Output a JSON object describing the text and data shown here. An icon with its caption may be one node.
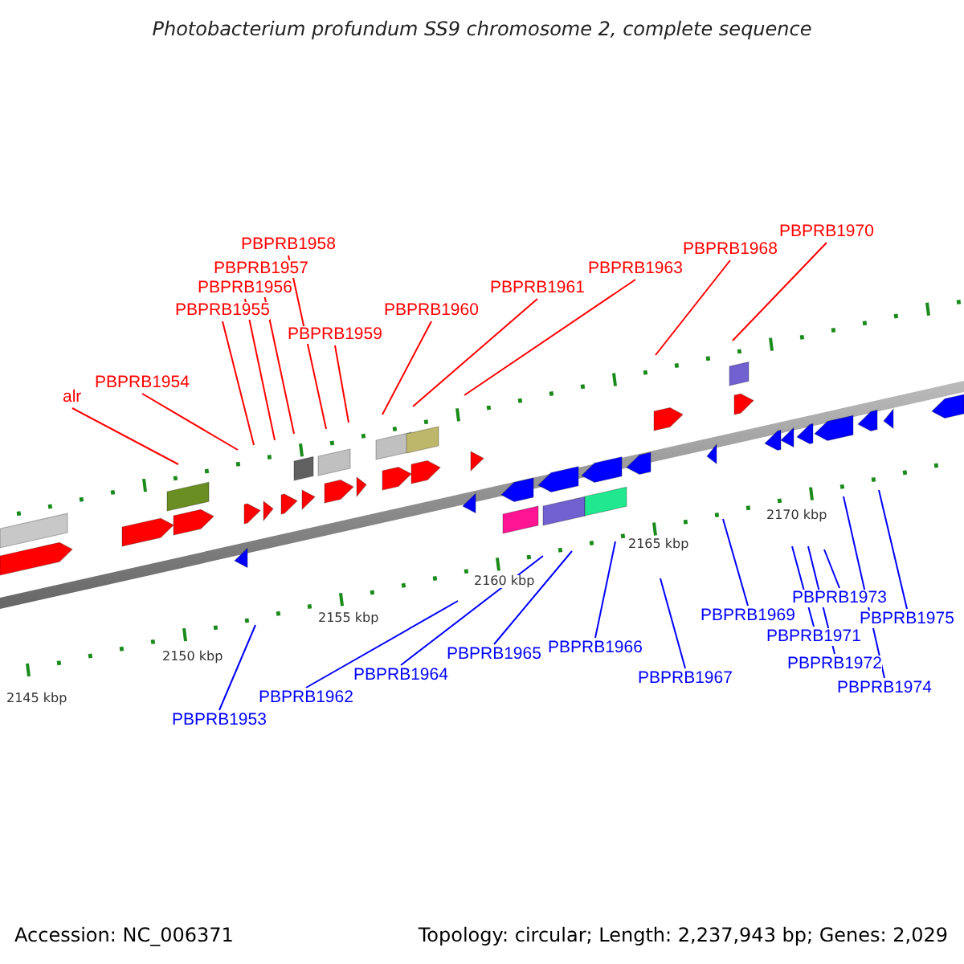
{
  "diagram": {
    "title": "Photobacterium profundum SS9 chromosome 2, complete sequence",
    "nodes": [
      {
        "text": [
          "alr"
        ]
      },
      {
        "text": [
          "PBPRB1954"
        ]
      },
      {
        "text": [
          "PBPRB1955"
        ]
      },
      {
        "text": [
          "PBPRB1956"
        ]
      },
      {
        "text": [
          "PBPRB1957"
        ]
      },
      {
        "text": [
          "PBPRB1958"
        ]
      },
      {
        "text": [
          "PBPRB1959"
        ]
      },
      {
        "text": [
          "PBPRB1960"
        ]
      },
      {
        "text": [
          "PBPRB1961"
        ]
      },
      {
        "text": [
          "PBPRB1963"
        ]
      },
      {
        "text": [
          "PBPRB1968"
        ]
      },
      {
        "text": [
          "PBPRB1970"
        ]
      },
      {
        "text": [
          "PBPRB1953"
        ]
      },
      {
        "text": [
          "PBPRB1962"
        ]
      },
      {
        "text": [
          "PBPRB1964"
        ]
      },
      {
        "text": [
          "PBPRB1965"
        ]
      },
      {
        "text": [
          "PBPRB1966"
        ]
      },
      {
        "text": [
          "PBPRB1967"
        ]
      },
      {
        "text": [
          "PBPRB1969"
        ]
      },
      {
        "text": [
          "PBPRB1971"
        ]
      },
      {
        "text": [
          "PBPRB1972"
        ]
      },
      {
        "text": [
          "PBPRB1973"
        ]
      },
      {
        "text": [
          "PBPRB1974"
        ]
      },
      {
        "text": [
          "PBPRB1975"
        ]
      }
    ],
    "edges": [
      {
        "from": 0,
        "to": null,
        "arrow": "none"
      },
      {
        "from": 1,
        "to": null,
        "arrow": "none"
      },
      {
        "from": 2,
        "to": null,
        "arrow": "none"
      },
      {
        "from": 3,
        "to": null,
        "arrow": "none"
      },
      {
        "from": 4,
        "to": null,
        "arrow": "none"
      },
      {
        "from": 5,
        "to": null,
        "arrow": "none"
      },
      {
        "from": 6,
        "to": null,
        "arrow": "none"
      },
      {
        "from": 7,
        "to": null,
        "arrow": "none"
      },
      {
        "from": 8,
        "to": null,
        "arrow": "none"
      },
      {
        "from": 9,
        "to": null,
        "arrow": "none"
      },
      {
        "from": 10,
        "to": null,
        "arrow": "none"
      },
      {
        "from": 11,
        "to": null,
        "arrow": "none"
      },
      {
        "from": 12,
        "to": null,
        "arrow": "none",
        "color": "#0000ff"
      },
      {
        "from": 13,
        "to": null,
        "arrow": "none",
        "color": "#0000ff"
      },
      {
        "from": 14,
        "to": null,
        "arrow": "none",
        "color": "#0000ff"
      },
      {
        "from": 15,
        "to": null,
        "arrow": "none",
        "color": "#0000ff"
      },
      {
        "from": 16,
        "to": null,
        "arrow": "none",
        "color": "#0000ff"
      },
      {
        "from": 17,
        "to": null,
        "arrow": "none",
        "color": "#0000ff"
      },
      {
        "from": 18,
        "to": null,
        "arrow": "none",
        "color": "#0000ff"
      },
      {
        "from": 19,
        "to": null,
        "arrow": "none",
        "color": "#0000ff"
      },
      {
        "from": 20,
        "to": null,
        "arrow": "none",
        "color": "#0000ff"
      },
      {
        "from": 21,
        "to": null,
        "arrow": "none",
        "color": "#0000ff"
      },
      {
        "from": 22,
        "to": null,
        "arrow": "none",
        "color": "#0000ff"
      },
      {
        "from": 23,
        "to": null,
        "arrow": "none",
        "color": "#0000ff"
      }
    ],
    "labels": [
      "2145 kbp",
      "2150 kbp",
      "2155 kbp",
      "2160 kbp",
      "2165 kbp",
      "2170 kbp",
      "Accession: NC_006371",
      "Topology: circular; Length: 2,237,943 bp; Genes: 2,029"
    ]
  }
}
